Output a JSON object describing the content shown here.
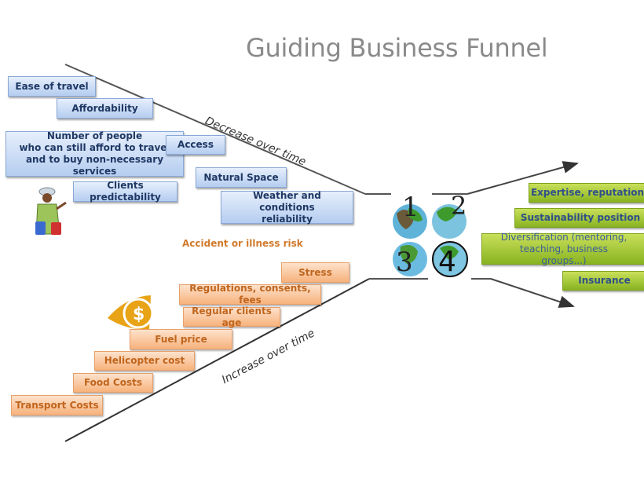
{
  "title": "Guiding Business Funnel",
  "funnel": {
    "top_line_label": "Decrease over time",
    "bottom_line_label": "Increase over time"
  },
  "decreasing_factors": [
    {
      "label": "Ease of travel"
    },
    {
      "label": "Affordability"
    },
    {
      "label": "Number of people\nwho can still afford to travel\nand to buy non-necessary services"
    },
    {
      "label": "Access"
    },
    {
      "label": "Clients predictability"
    },
    {
      "label": "Natural Space"
    },
    {
      "label": "Weather and conditions reliability"
    }
  ],
  "increasing_factors": [
    {
      "label": "Accident or illness risk"
    },
    {
      "label": "Stress"
    },
    {
      "label": "Regulations, consents, fees"
    },
    {
      "label": "Regular clients age"
    },
    {
      "label": "Fuel price"
    },
    {
      "label": "Helicopter cost"
    },
    {
      "label": "Food Costs"
    },
    {
      "label": "Transport Costs"
    }
  ],
  "outcomes": [
    {
      "label": "Expertise, reputation"
    },
    {
      "label": "Sustainability position"
    },
    {
      "label": "Diversification (mentoring, teaching, business groups...)"
    },
    {
      "label": "Insurance"
    }
  ],
  "globe_numbers": [
    "1",
    "2",
    "3",
    "4"
  ],
  "icons": {
    "traveler": "traveler-with-luggage-icon",
    "money": "dollar-coin-icon",
    "globes": "numbered-globes-icon"
  },
  "colors": {
    "blue_box": "#b5cdf0",
    "orange_box": "#f7b27c",
    "green_box": "#88b321",
    "title": "#8a8a8a",
    "money_icon": "#e8a317"
  }
}
